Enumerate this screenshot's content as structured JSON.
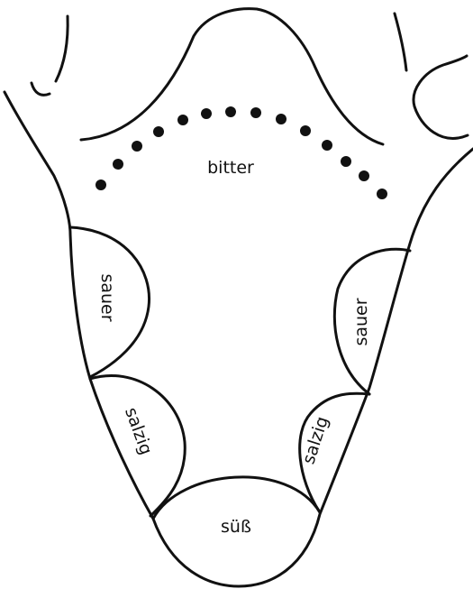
{
  "taste_zones": {
    "bitter": "bitter",
    "sour_left": "sauer",
    "sour_right": "sauer",
    "salty_left": "salzig",
    "salty_right": "salzig",
    "sweet": "süß"
  },
  "colors": {
    "ink": "#111111",
    "background": "#ffffff"
  }
}
